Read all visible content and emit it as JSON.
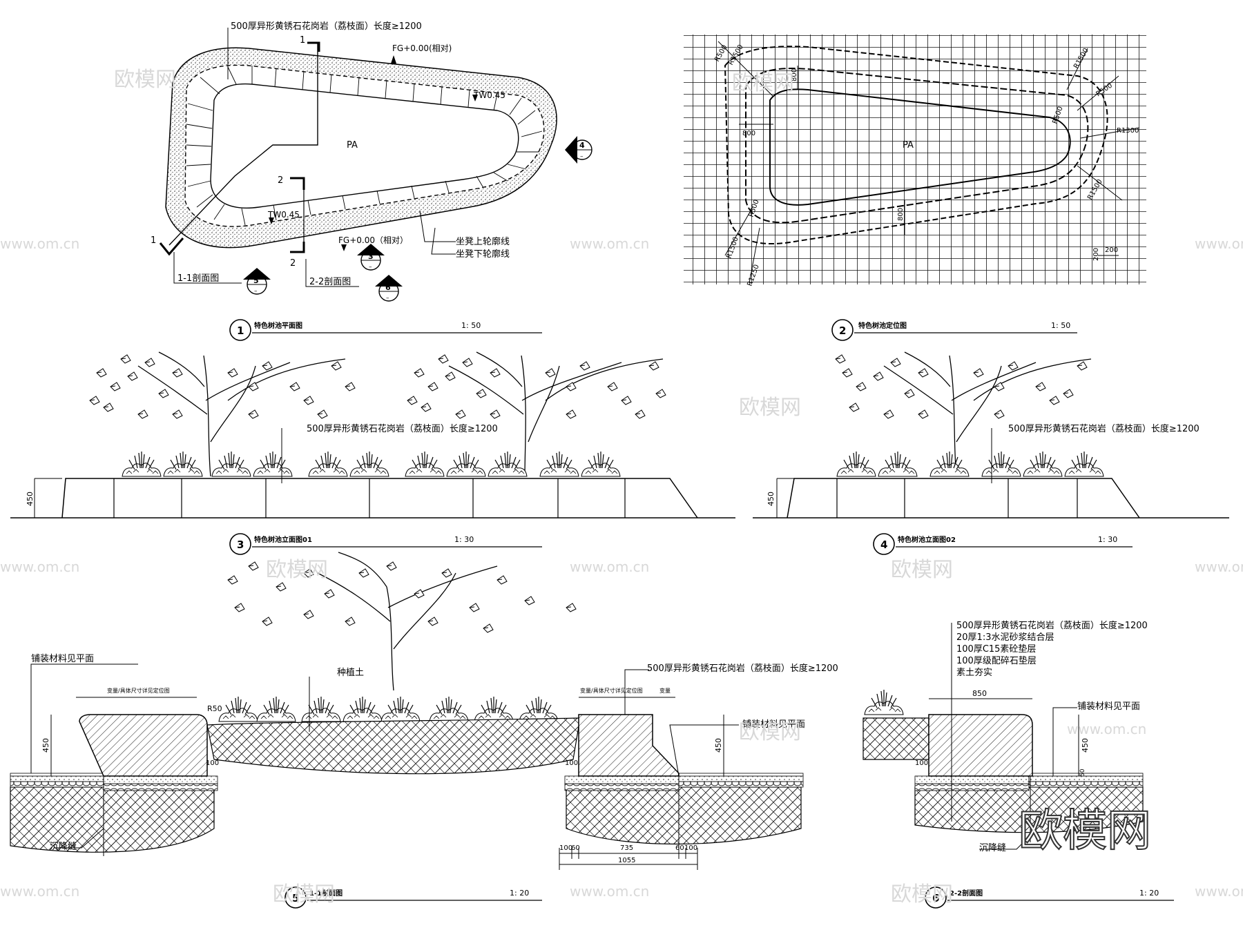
{
  "texts": {
    "p1_material": "500厚异形黄锈石花岗岩（荔枝面）长度≥1200",
    "p1_fg_top": "FG+0.00(相对)",
    "p1_two_right": "TW0.45",
    "p1_two_left": "TW0.45",
    "p1_pa": "PA",
    "p1_fg_bottom": "FG+0.00（相对）",
    "p1_seat_upper": "坐凳上轮廓线",
    "p1_seat_lower": "坐凳下轮廓线",
    "p1_sec11": "1-1剖面图",
    "p1_sec22": "2-2剖面图",
    "cut1": "1",
    "cut2": "2",
    "p2_pa": "PA",
    "p2_r500": "R500",
    "p2_r1500": "R1500",
    "p2_r1250": "R1250",
    "p2_r1300": "R1300",
    "p2_d800": "800",
    "p2_d200": "200",
    "e_material": "500厚异形黄锈石花岗岩（荔枝面）长度≥1200",
    "e_material2": "500厚异形黄锈石花岗岩（荔枝面）长度≥1200",
    "e_h450": "450",
    "s5_paving": "铺装材料见平面",
    "s5_soil": "种植土",
    "s5_material": "500厚异形黄锈石花岗岩（荔枝面）长度≥1200",
    "s5_var": "变量/具体尺寸详见定位图",
    "s5_var2": "变量/具体尺寸详见定位图",
    "s5_var3": "变量",
    "s5_paving2": "铺装材料见平面",
    "s5_joint": "沉降缝",
    "s5_r50": "R50",
    "s5_h450": "450",
    "s5_h100": "100",
    "s5_dims": [
      "100",
      "60",
      "735",
      "60",
      "100"
    ],
    "s5_total": "1055",
    "s6_layers": [
      "500厚异形黄锈石花岗岩（荔枝面）长度≥1200",
      "20厚1:3水泥砂浆结合层",
      "100厚C15素砼垫层",
      "100厚级配碎石垫层",
      "素土夯实"
    ],
    "s6_w850": "850",
    "s6_paving": "铺装材料见平面",
    "s6_joint": "沉降缝",
    "s6_h450": "450",
    "s6_h100": "100",
    "s6_h50": "50",
    "watermark_logo": "欧模网",
    "watermark_url": "www.om.cn",
    "sym4": "4",
    "sym3": "3",
    "sym5": "5",
    "sym6": "6",
    "sym_dash": "–"
  },
  "titles": [
    {
      "num": "1",
      "name": "特色树池平面图",
      "scale": "1: 50"
    },
    {
      "num": "2",
      "name": "特色树池定位图",
      "scale": "1: 50"
    },
    {
      "num": "3",
      "name": "特色树池立面图01",
      "scale": "1: 30"
    },
    {
      "num": "4",
      "name": "特色树池立面图02",
      "scale": "1: 30"
    },
    {
      "num": "5",
      "name": "1-1剖面图",
      "scale": "1: 20"
    },
    {
      "num": "6",
      "name": "2-2剖面图",
      "scale": "1: 20"
    }
  ]
}
